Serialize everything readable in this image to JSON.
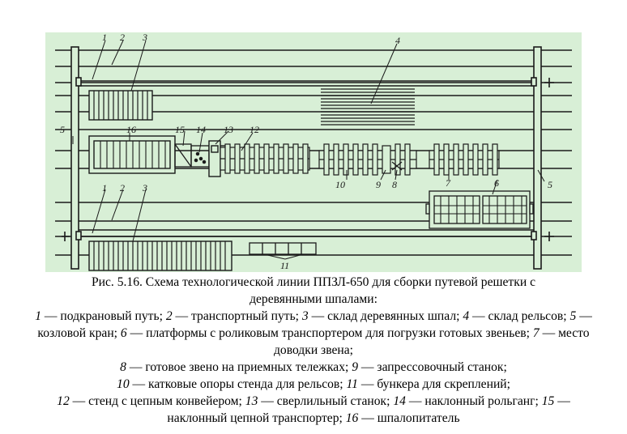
{
  "figure": {
    "background": "#d8efd6",
    "ink": "#1a1a1a",
    "callouts": [
      "1",
      "2",
      "3",
      "4",
      "5",
      "16",
      "15",
      "14",
      "13",
      "12",
      "10",
      "9",
      "8",
      "7",
      "6",
      "5",
      "1",
      "2",
      "3",
      "11"
    ]
  },
  "caption": {
    "title_line1": "Рис. 5.16. Схема технологической линии ППЗЛ-650 для сборки путевой решетки с",
    "title_line2": "деревянными шпалами:",
    "legend": [
      {
        "num": "1",
        "text": " — подкрановый путь; "
      },
      {
        "num": "2",
        "text": " — транспортный путь; "
      },
      {
        "num": "3",
        "text": " — склад деревянных шпал; "
      },
      {
        "num": "4",
        "text": " — склад рельсов; "
      },
      {
        "num": "5",
        "text": " — козловой кран; "
      },
      {
        "num": "6",
        "text": " — платформы с роликовым транспортером для погрузки готовых звеньев; "
      },
      {
        "num": "7",
        "text": " — место доводки звена;"
      },
      {
        "num": "8",
        "text": " — готовое звено на приемных тележках; "
      },
      {
        "num": "9",
        "text": " — запрессовочный станок;"
      },
      {
        "num": "10",
        "text": " — катковые опоры стенда для рельсов; "
      },
      {
        "num": "11",
        "text": " — бункера для скреплений;"
      },
      {
        "num": "12",
        "text": " — стенд с цепным конвейером; "
      },
      {
        "num": "13",
        "text": " — сверлильный станок; "
      },
      {
        "num": "14",
        "text": " — наклонный рольганг; "
      },
      {
        "num": "15",
        "text": " — наклонный цепной транспортер; "
      },
      {
        "num": "16",
        "text": " — шпалопитатель"
      }
    ]
  }
}
